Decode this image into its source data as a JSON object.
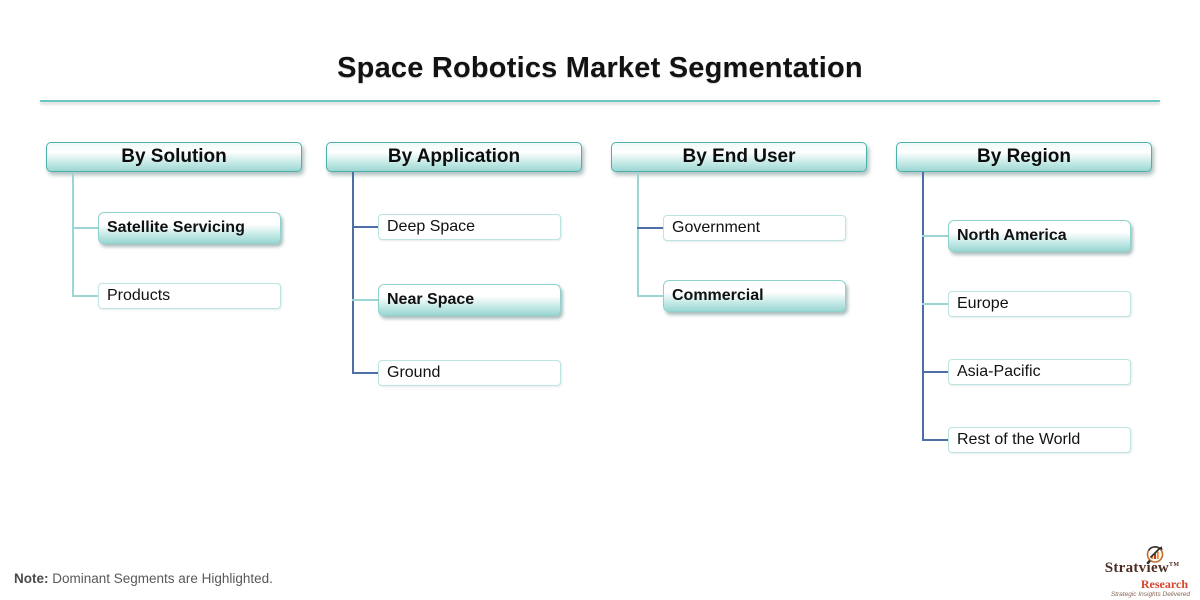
{
  "title": "Space Robotics Market Segmentation",
  "note": {
    "label": "Note:",
    "text": " Dominant Segments are Highlighted."
  },
  "colors": {
    "teal_line": "#9ed4d3",
    "blue_line": "#4d6fa6",
    "divider": "#6cc6c2",
    "header_border": "#4fb0aa",
    "highlight_fill_bottom": "#9cd7d3"
  },
  "columns": [
    {
      "header": "By Solution",
      "line_color": "teal",
      "items": [
        {
          "label": "Satellite Servicing",
          "highlighted": true,
          "stub": "teal"
        },
        {
          "label": "Products",
          "highlighted": false,
          "stub": "teal"
        }
      ]
    },
    {
      "header": "By Application",
      "line_color": "blue",
      "items": [
        {
          "label": "Deep Space",
          "highlighted": false,
          "stub": "blue"
        },
        {
          "label": "Near Space",
          "highlighted": true,
          "stub": "teal"
        },
        {
          "label": "Ground",
          "highlighted": false,
          "stub": "blue"
        }
      ]
    },
    {
      "header": "By End User",
      "line_color": "teal",
      "items": [
        {
          "label": "Government",
          "highlighted": false,
          "stub": "blue"
        },
        {
          "label": "Commercial",
          "highlighted": true,
          "stub": "teal"
        }
      ]
    },
    {
      "header": "By Region",
      "line_color": "blue",
      "items": [
        {
          "label": "North America",
          "highlighted": true,
          "stub": "teal"
        },
        {
          "label": "Europe",
          "highlighted": false,
          "stub": "teal"
        },
        {
          "label": "Asia-Pacific",
          "highlighted": false,
          "stub": "blue"
        },
        {
          "label": "Rest of the World",
          "highlighted": false,
          "stub": "blue"
        }
      ]
    }
  ],
  "logo": {
    "brand": "Stratview",
    "tm": "TM",
    "sub": "Research",
    "tagline": "Strategic Insights Delivered"
  }
}
